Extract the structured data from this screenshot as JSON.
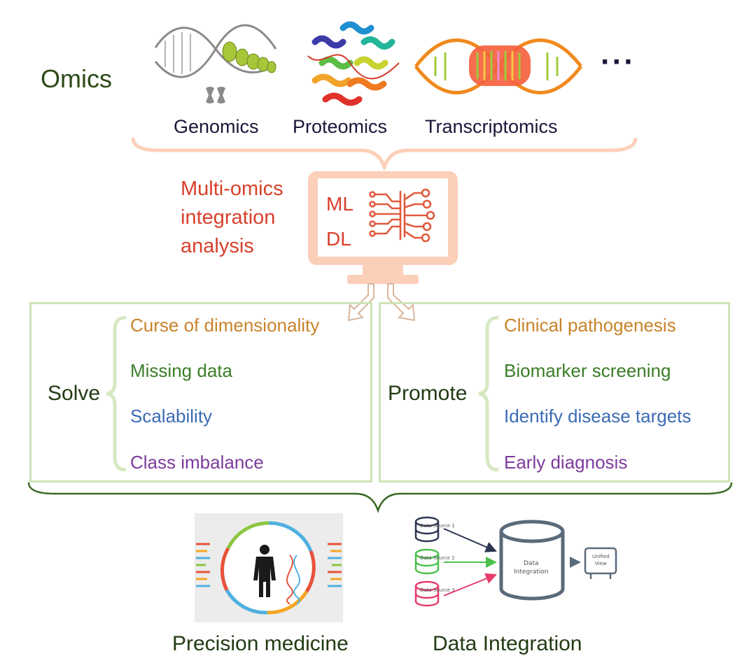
{
  "omics": {
    "label": "Omics",
    "types": [
      {
        "name": "Genomics",
        "icon": "dna-helix-chromosome-icon"
      },
      {
        "name": "Proteomics",
        "icon": "protein-structure-icon"
      },
      {
        "name": "Transcriptomics",
        "icon": "rna-transcription-icon"
      }
    ],
    "more": "···"
  },
  "analysis": {
    "lines": [
      "Multi-omics",
      "integration",
      "analysis"
    ],
    "models": [
      "ML",
      "DL"
    ],
    "icon": "neural-network-icon",
    "container_icon": "computer-monitor-icon"
  },
  "solve": {
    "label": "Solve",
    "items": [
      "Curse of dimensionality",
      "Missing data",
      "Scalability",
      "Class imbalance"
    ]
  },
  "promote": {
    "label": "Promote",
    "items": [
      "Clinical pathogenesis",
      "Biomarker screening",
      "Identify disease targets",
      "Early diagnosis"
    ]
  },
  "outcomes": [
    {
      "caption": "Precision medicine",
      "icon": "human-body-dna-icon"
    },
    {
      "caption": "Data Integration",
      "icon": "database-integration-icon"
    }
  ],
  "data_integration_figure": {
    "sources": [
      "Data Source 1",
      "Data Source 2",
      "Data Source 3"
    ],
    "hub": [
      "Data",
      "Integration"
    ],
    "output": [
      "Unified",
      "View"
    ]
  },
  "colors": {
    "peach": "#fccfb9",
    "green_border": "#cfe3b8",
    "dark_green": "#2d4a17",
    "red": "#d8402c",
    "orange": "#c9832a",
    "green": "#3b7d27",
    "blue": "#3b6bb3",
    "purple": "#7c3b9c"
  }
}
